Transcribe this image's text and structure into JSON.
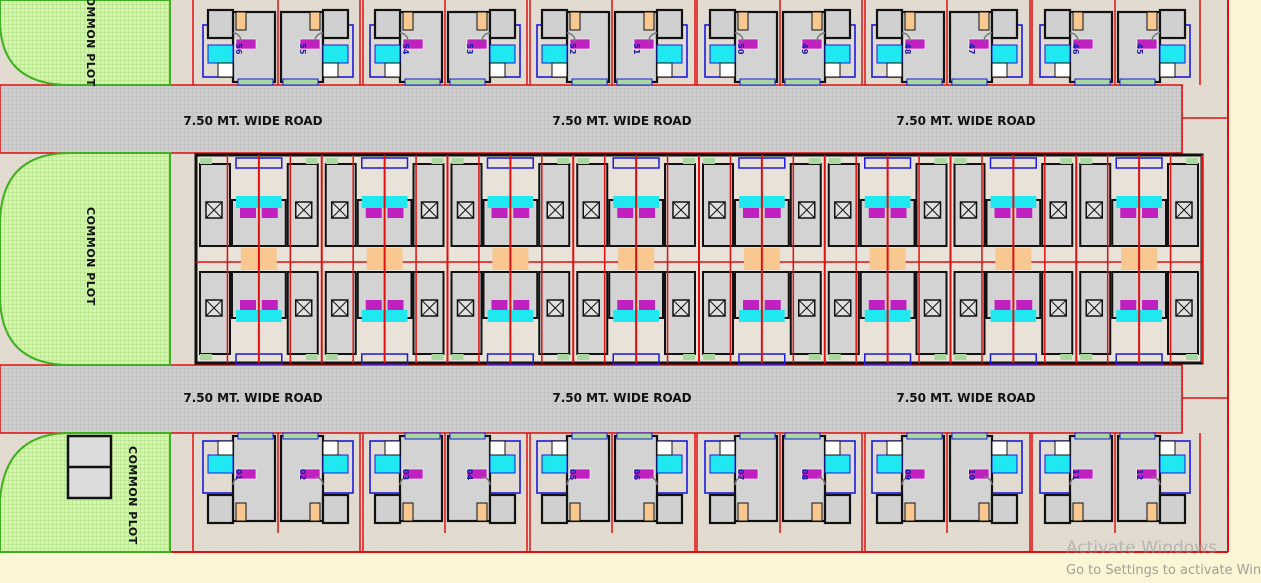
{
  "roads": {
    "label": "7.50 MT. WIDE ROAD"
  },
  "road_labels_upper": [
    "7.50 MT. WIDE ROAD",
    "7.50 MT. WIDE ROAD",
    "7.50 MT. WIDE ROAD"
  ],
  "road_labels_lower": [
    "7.50 MT. WIDE ROAD",
    "7.50 MT. WIDE ROAD",
    "7.50 MT. WIDE ROAD"
  ],
  "common_plots": {
    "top": "COMMON PLOT",
    "middle": "COMMON PLOT",
    "bottom": "COMMON PLOT"
  },
  "top_row_units": [
    "56",
    "55",
    "54",
    "53",
    "52",
    "51",
    "50",
    "49",
    "48",
    "47",
    "46",
    "45"
  ],
  "bottom_row_units": [
    "01",
    "02",
    "03",
    "04",
    "05",
    "06",
    "07",
    "08",
    "09",
    "10",
    "11",
    "12"
  ],
  "colors": {
    "plot_boundary": "#e01010",
    "common_plot": "#c8f0a0",
    "road": "#c9c9c9",
    "site": "#e3dcd2",
    "background": "#fdf6d6",
    "wall": "#111111",
    "outline_blue": "#1a1ae0",
    "stair_magenta": "#c020c0",
    "cyan": "#20e8f0",
    "orange": "#f8c890"
  },
  "watermark": {
    "line1": "Activate Windows",
    "line2": "Go to Settings to activate Windows"
  }
}
